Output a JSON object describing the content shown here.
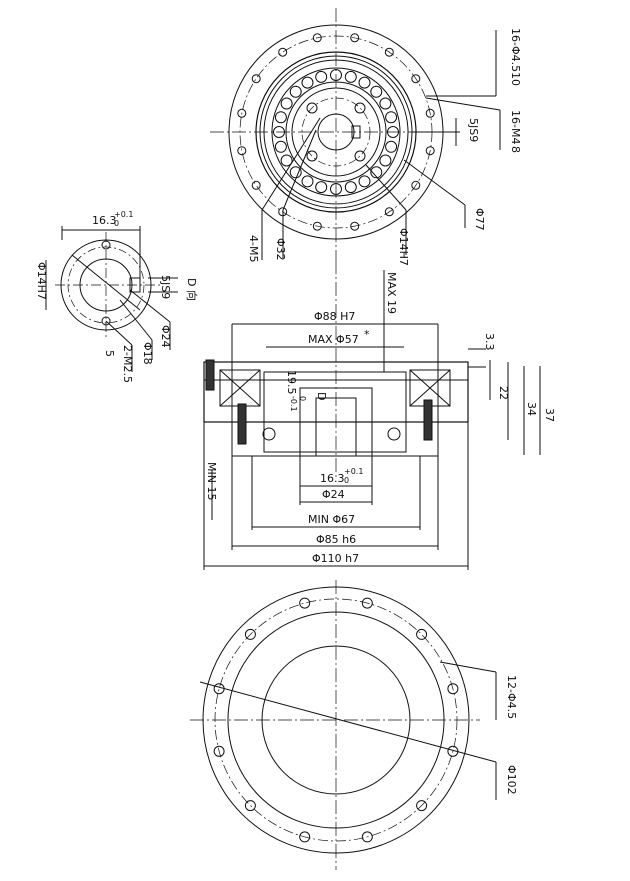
{
  "top_view": {
    "label_holes_count": "16-Φ4.5",
    "label_holes_depth": "10",
    "label_thread": "16-M4",
    "label_thread_depth": "8",
    "label_keyway": "5JS9",
    "label_bore_dia": "Φ77",
    "label_inner_thread": "4-M5",
    "label_pcd": "Φ32",
    "label_bore": "Φ14H7"
  },
  "d_view": {
    "title": "D 向",
    "label_width": "16.3",
    "label_width_tol_upper": "+0.1",
    "label_width_tol_lower": "0",
    "label_bore": "Φ14H7",
    "label_key": "5JS9",
    "label_outer": "Φ24",
    "label_hole_circle": "Φ18",
    "label_thread": "2-M2.5",
    "label_thread_depth": "5"
  },
  "section_view": {
    "label_max_19": "MAX 19",
    "label_bore_h7": "Φ88 H7",
    "label_max_57": "MAX Φ57",
    "label_33": "3.3",
    "label_19_5": "19.5",
    "label_19_5_tol_upper": "0",
    "label_19_5_tol_lower": "-0.1",
    "label_d": "D",
    "label_22": "22",
    "label_34": "34",
    "label_37": "37",
    "label_16_3": "16.3",
    "label_16_3_tol_upper": "+0.1",
    "label_16_3_tol_lower": "0",
    "label_24": "Φ24",
    "label_min_15": "MIN 15",
    "label_min_67": "MIN Φ67",
    "label_85": "Φ85 h6",
    "label_110": "Φ110 h7",
    "star": "*"
  },
  "bottom_view": {
    "label_holes": "12-Φ4.5",
    "label_pcd": "Φ102"
  }
}
